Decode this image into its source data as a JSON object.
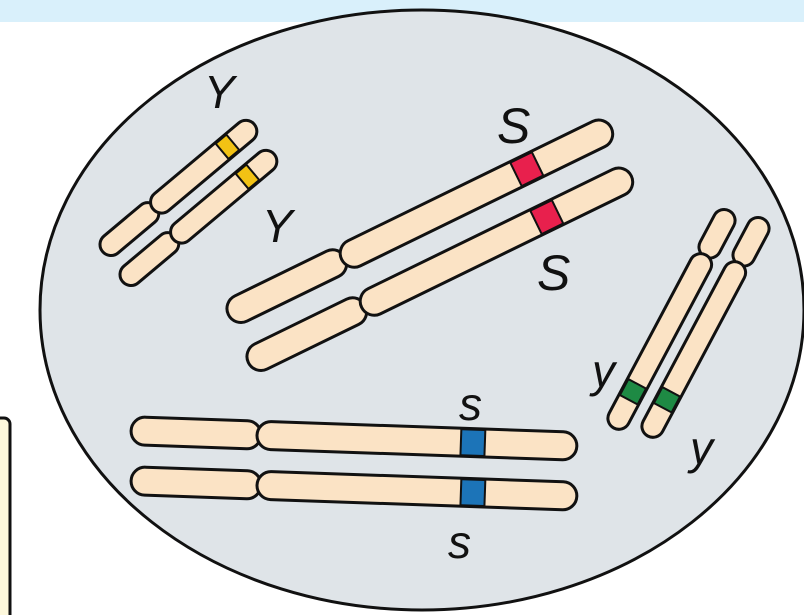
{
  "colors": {
    "top_band": "#d9f0fb",
    "cell_fill": "#dfe4e8",
    "cell_stroke": "#111111",
    "chromosome_fill": "#fbe3c5",
    "chromosome_stroke": "#111111",
    "side_box_fill": "#fdf8dc",
    "allele_Y": "#f2c214",
    "allele_S": "#e8204d",
    "allele_s": "#1c74b8",
    "allele_y": "#1e8a44"
  },
  "labels": {
    "Y_top": "Y",
    "Y_bottom": "Y",
    "S_top": "S",
    "S_bottom": "S",
    "s_top": "s",
    "s_bottom": "s",
    "y_left": "y",
    "y_right": "y"
  }
}
